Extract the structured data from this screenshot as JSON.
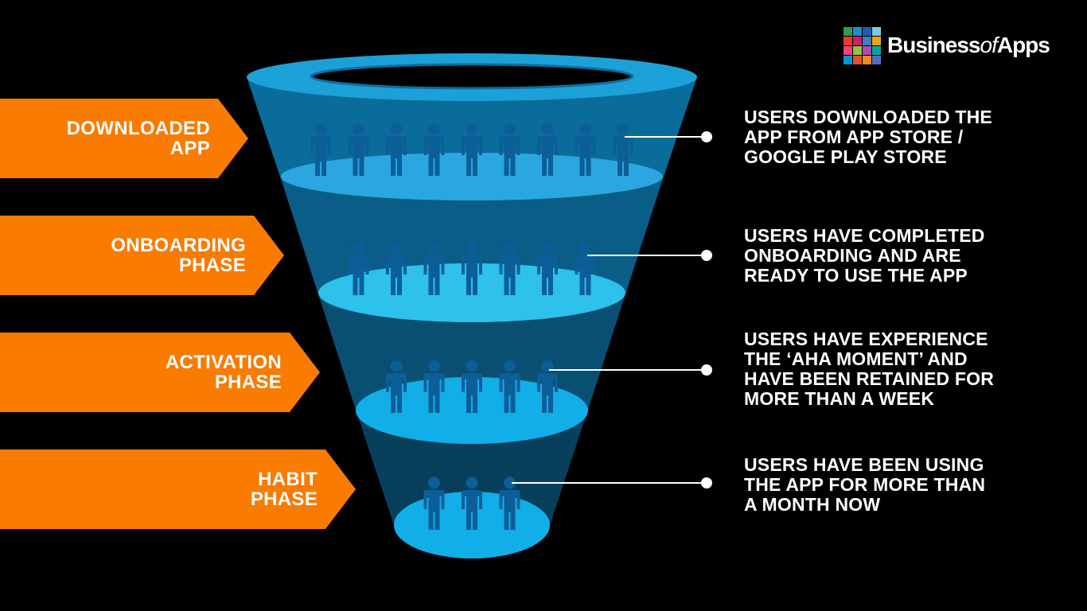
{
  "brand": {
    "name_part1": "Business",
    "name_part2": "of",
    "name_part3": "Apps",
    "grid_colors": [
      "#2e9e4f",
      "#1b8fd1",
      "#1e5fa8",
      "#7dc8ea",
      "#e63b2e",
      "#cf1f6c",
      "#3f7fc4",
      "#f0a31a",
      "#ef3f74",
      "#8cc63f",
      "#b04bb0",
      "#00a89c",
      "#0096d6",
      "#e9512e",
      "#f28b1d",
      "#5b6bc0"
    ]
  },
  "colors": {
    "arrow": "#f97b00",
    "funnel_top": "#0d8fc6",
    "funnel_rim": "#1ba1d8",
    "disc_1": "#2aa7e0",
    "disc_2": "#2dc1ec",
    "disc_3": "#12aee8",
    "disc_4": "#12aee8",
    "person": "#0c5e98"
  },
  "phases": [
    {
      "line1": "DOWNLOADED",
      "line2": "APP",
      "people": 9,
      "description": [
        "USERS DOWNLOADED THE",
        "APP FROM APP STORE /",
        "GOOGLE PLAY STORE"
      ]
    },
    {
      "line1": "ONBOARDING",
      "line2": "PHASE",
      "people": 7,
      "description": [
        "USERS HAVE COMPLETED",
        "ONBOARDING AND ARE",
        "READY TO USE THE APP"
      ]
    },
    {
      "line1": "ACTIVATION",
      "line2": "PHASE",
      "people": 5,
      "description": [
        "USERS HAVE EXPERIENCE",
        "THE ‘AHA MOMENT’ AND",
        "HAVE BEEN RETAINED FOR",
        "MORE THAN A WEEK"
      ]
    },
    {
      "line1": "HABIT",
      "line2": "PHASE",
      "people": 3,
      "description": [
        "USERS HAVE BEEN USING",
        "THE APP FOR MORE THAN",
        "A MONTH NOW"
      ]
    }
  ]
}
